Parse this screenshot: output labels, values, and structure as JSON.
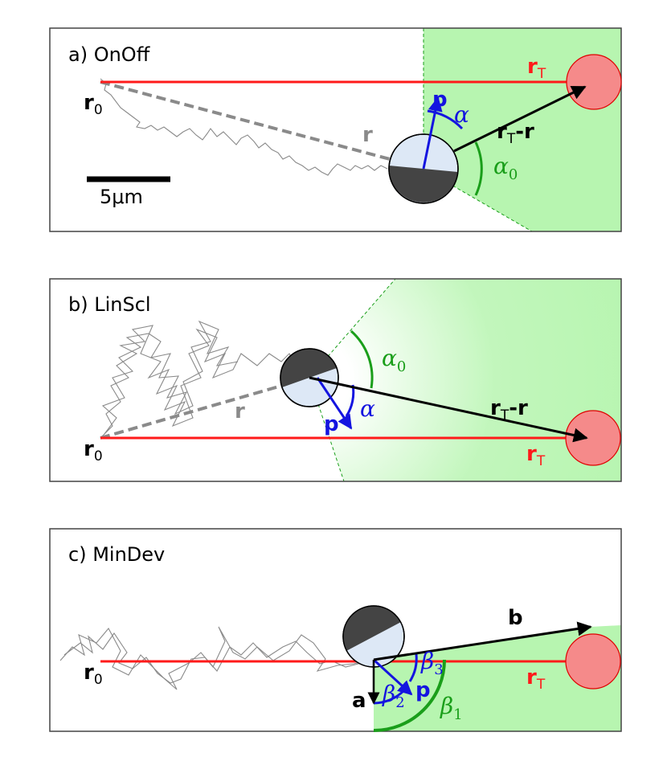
{
  "panels": [
    {
      "id": "a",
      "title": "a) OnOff",
      "labels": {
        "r0": "r",
        "r0_sub": "0",
        "rT": "r",
        "rT_sub": "T",
        "r": "r",
        "rTr_a": "r",
        "rTr_sub": "T",
        "rTr_b": "-r",
        "p": "p",
        "alpha": "α",
        "alpha0": "α",
        "alpha0_sub": "0"
      },
      "scalebar": "5μm"
    },
    {
      "id": "b",
      "title": "b) LinScl",
      "labels": {
        "r0": "r",
        "r0_sub": "0",
        "rT": "r",
        "rT_sub": "T",
        "r": "r",
        "rTr_a": "r",
        "rTr_sub": "T",
        "rTr_b": "-r",
        "p": "p",
        "alpha": "α",
        "alpha0": "α",
        "alpha0_sub": "0"
      }
    },
    {
      "id": "c",
      "title": "c) MinDev",
      "labels": {
        "r0": "r",
        "r0_sub": "0",
        "rT": "r",
        "rT_sub": "T",
        "p": "p",
        "a": "a",
        "b": "b",
        "beta1": "β",
        "beta1_sub": "1",
        "beta2": "β",
        "beta2_sub": "2",
        "beta3": "β",
        "beta3_sub": "3"
      }
    }
  ],
  "colors": {
    "target_fill": "#f58a8a",
    "target_stroke": "#e00000",
    "red_line": "#ff1a1a",
    "green_zone": "#b7f5b0",
    "green_line": "#1a9e1a",
    "blue": "#1414e0",
    "gray_path": "#7f7f7f",
    "particle_dark": "#444444",
    "particle_light": "#dde8f6"
  }
}
